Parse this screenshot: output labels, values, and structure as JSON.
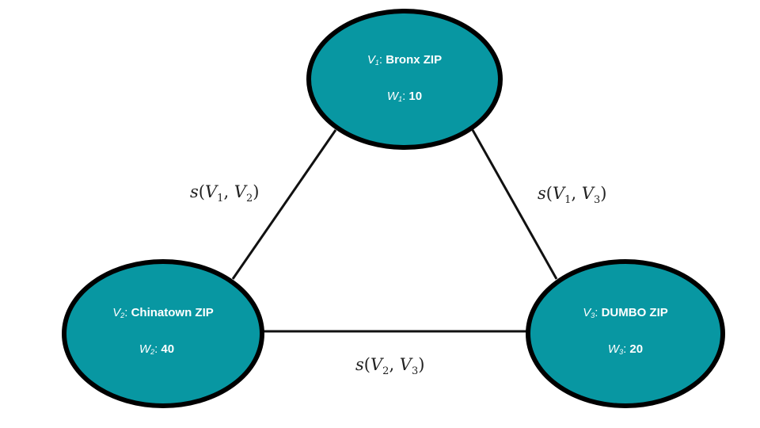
{
  "colors": {
    "node_fill": "#0897a2",
    "node_stroke": "#000000",
    "edge": "#111111",
    "node_text": "#ffffff",
    "edge_label_text": "#222222"
  },
  "nodes": [
    {
      "id": "V1",
      "var": "V",
      "index": "1",
      "name": "Bronx ZIP",
      "weight_var": "W",
      "weight_index": "1",
      "weight": "10"
    },
    {
      "id": "V2",
      "var": "V",
      "index": "2",
      "name": "Chinatown ZIP",
      "weight_var": "W",
      "weight_index": "2",
      "weight": "40"
    },
    {
      "id": "V3",
      "var": "V",
      "index": "3",
      "name": "DUMBO ZIP",
      "weight_var": "W",
      "weight_index": "3",
      "weight": "20"
    }
  ],
  "edges": [
    {
      "from": "V1",
      "to": "V2",
      "fn": "s",
      "a_var": "V",
      "a_index": "1",
      "b_var": "V",
      "b_index": "2"
    },
    {
      "from": "V1",
      "to": "V3",
      "fn": "s",
      "a_var": "V",
      "a_index": "1",
      "b_var": "V",
      "b_index": "3"
    },
    {
      "from": "V2",
      "to": "V3",
      "fn": "s",
      "a_var": "V",
      "a_index": "2",
      "b_var": "V",
      "b_index": "3"
    }
  ]
}
